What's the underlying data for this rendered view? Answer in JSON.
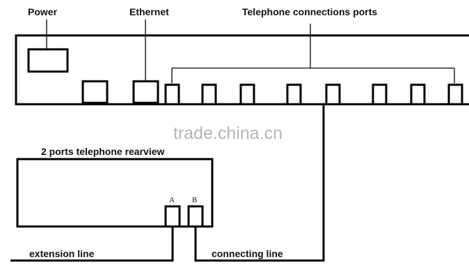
{
  "diagram": {
    "main_device": {
      "labels": {
        "power": "Power",
        "ethernet": "Ethernet",
        "telephone_ports": "Telephone connections ports"
      },
      "telephone_port_count": 8
    },
    "phone": {
      "title": "2 ports telephone rearview",
      "port_a": "A",
      "port_b": "B"
    },
    "lines": {
      "extension": "extension line",
      "connecting": "connecting line"
    },
    "watermark": "trade.china.cn",
    "colors": {
      "line": "#000000",
      "background": "#ffffff",
      "watermark": "#b5b5b5"
    }
  }
}
